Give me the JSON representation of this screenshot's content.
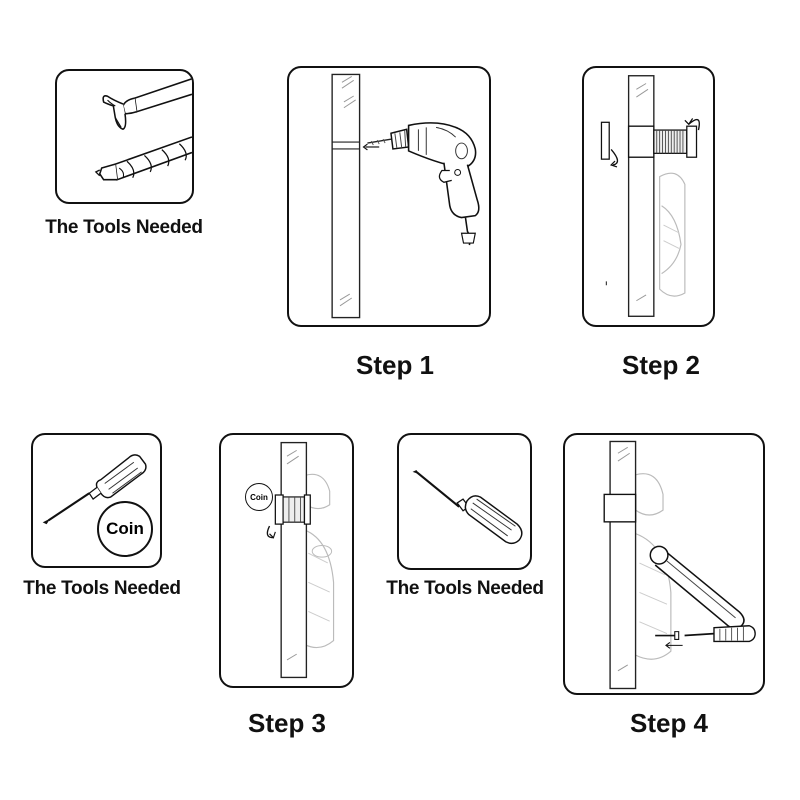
{
  "labels": {
    "tools_1": "The Tools Needed",
    "tools_2": "The Tools Needed",
    "tools_3": "The Tools Needed",
    "step_1": "Step 1",
    "step_2": "Step 2",
    "step_3": "Step 3",
    "step_4": "Step 4",
    "coin_large": "Coin",
    "coin_small": "Coin"
  }
}
